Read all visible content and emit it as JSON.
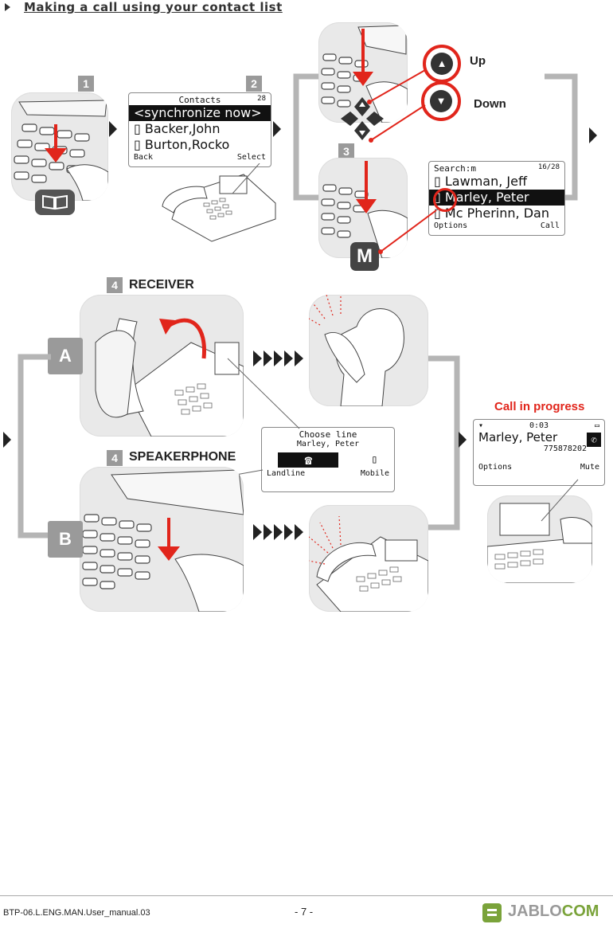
{
  "header": {
    "title": "Making a call using your contact list"
  },
  "steps": {
    "s1": "1",
    "s2": "2",
    "s3": "3",
    "s4a": "4",
    "s4b": "4"
  },
  "labels": {
    "up": "Up",
    "down": "Down",
    "receiver": "RECEIVER",
    "speakerphone": "SPEAKERPHONE",
    "call_in_progress": "Call in progress",
    "option_a": "A",
    "option_b": "B",
    "m_key": "M"
  },
  "screen_contacts": {
    "title": "Contacts",
    "count": "28",
    "rows": [
      "<synchronize now>",
      "Backer,John",
      "Burton,Rocko"
    ],
    "soft_left": "Back",
    "soft_right": "Select"
  },
  "screen_search": {
    "title": "Search:m",
    "count": "16/28",
    "rows": [
      "Lawman, Jeff",
      "Marley, Peter",
      "Mc Pherinn, Dan"
    ],
    "soft_left": "Options",
    "soft_right": "Call"
  },
  "screen_choose": {
    "title": "Choose line",
    "name": "Marley, Peter",
    "soft_left": "Landline",
    "soft_right": "Mobile"
  },
  "screen_call": {
    "timer": "0:03",
    "name": "Marley, Peter",
    "number": "775878202",
    "soft_left": "Options",
    "soft_right": "Mute"
  },
  "footer": {
    "doc_id": "BTP-06.L.ENG.MAN.User_manual.03",
    "page": "- 7 -",
    "logo_a": "JABLO",
    "logo_b": "COM"
  },
  "colors": {
    "accent_red": "#e1251b",
    "gray": "#9a9a9a",
    "logo_green": "#7aa33a"
  }
}
